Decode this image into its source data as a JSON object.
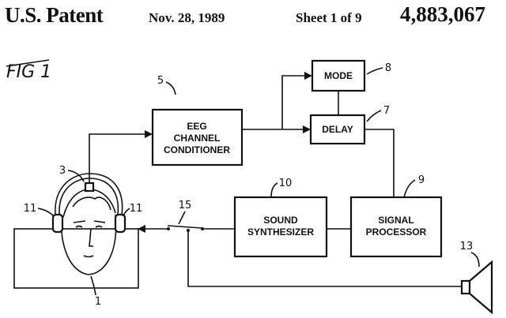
{
  "header": {
    "title": "U.S. Patent",
    "date": "Nov. 28, 1989",
    "sheet": "Sheet 1 of 9",
    "patent_number": "4,883,067"
  },
  "figure_label": "FIG 1",
  "blocks": {
    "eeg_line1": "EEG",
    "eeg_line2": "CHANNEL",
    "eeg_line3": "CONDITIONER",
    "mode": "MODE",
    "delay": "DELAY",
    "synth_line1": "SOUND",
    "synth_line2": "SYNTHESIZER",
    "signal_line1": "SIGNAL",
    "signal_line2": "PROCESSOR"
  },
  "refs": {
    "r1": "1",
    "r3": "3",
    "r5": "5",
    "r7": "7",
    "r8": "8",
    "r9": "9",
    "r10": "10",
    "r11a": "11",
    "r11b": "11",
    "r13": "13",
    "r15": "15"
  }
}
